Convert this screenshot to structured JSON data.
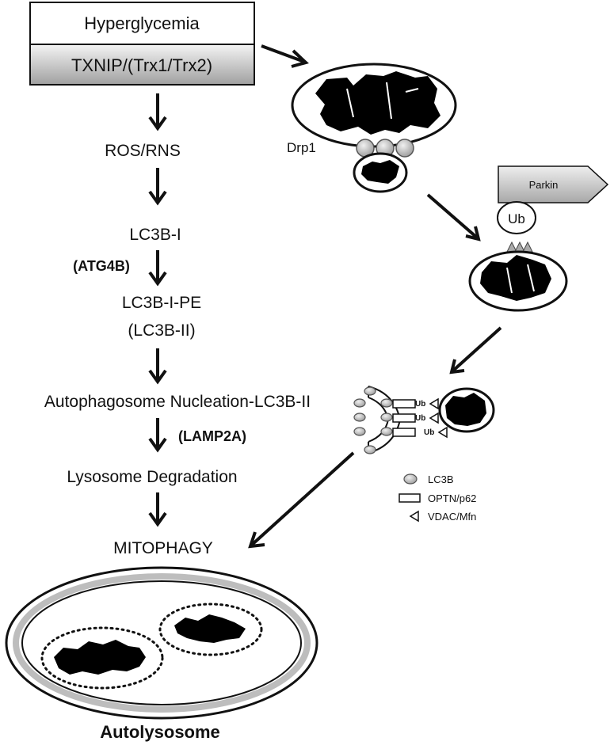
{
  "header": {
    "trigger": "Hyperglycemia",
    "pathway": "TXNIP/(Trx1/Trx2)"
  },
  "left_pathway": {
    "ros": "ROS/RNS",
    "lc3b_i": "LC3B-I",
    "atg4b": "(ATG4B)",
    "lc3b_i_pe": "LC3B-I-PE",
    "lc3b_ii": "(LC3B-II)",
    "nucleation": "Autophagosome Nucleation-LC3B-II",
    "lamp2a": "(LAMP2A)",
    "lysosome": "Lysosome Degradation",
    "mitophagy": "MITOPHAGY"
  },
  "right_pathway": {
    "drp1": "Drp1",
    "parkin": "Parkin",
    "ub": "Ub",
    "ub_tags": [
      "Ub",
      "Ub",
      "Ub"
    ]
  },
  "legend": {
    "items": [
      {
        "symbol": "circle",
        "label": "LC3B"
      },
      {
        "symbol": "rect",
        "label": "OPTN/p62"
      },
      {
        "symbol": "triangle",
        "label": "VDAC/Mfn"
      }
    ]
  },
  "autolysosome": {
    "label": "Autolysosome"
  },
  "colors": {
    "fill_dark": "#000000",
    "gray_bead": "#c8c8c8",
    "gray_band": "#bdbdbd",
    "box_gradient_top": "#f2f2f2",
    "box_gradient_bottom": "#a6a6a6"
  }
}
